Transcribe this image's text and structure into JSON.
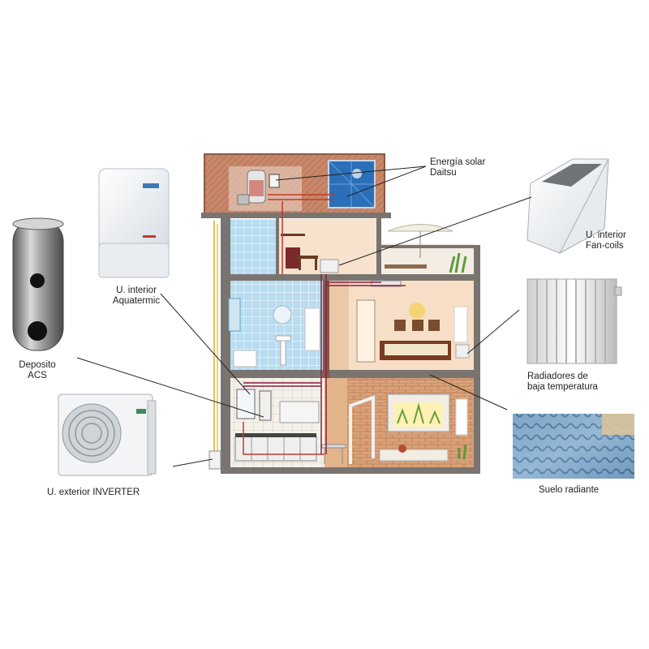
{
  "diagram": {
    "labels": {
      "solar": {
        "line1": "Energía solar",
        "line2": "Daitsu"
      },
      "fancoil": {
        "line1": "U. interior",
        "line2": "Fan-coils"
      },
      "aquatermic": {
        "line1": "U. interior",
        "line2": "Aquatermic"
      },
      "tank": {
        "line1": "Deposito",
        "line2": "ACS"
      },
      "radiators": {
        "line1": "Radiadores de",
        "line2": "baja temperatura"
      },
      "floor": {
        "line1": "Suelo radiante"
      },
      "outdoor": {
        "line1": "U. exterior INVERTER"
      }
    },
    "colors": {
      "wall": "#7a7470",
      "roof": "#c9876a",
      "brick": "#d79a6f",
      "tile_blue": "#a9d4ec",
      "room_warm": "#f4dcc3",
      "pipe_red": "#c0392b",
      "pipe_yellow": "#e8c15a",
      "floor_blue": "#3b6f9a"
    }
  }
}
